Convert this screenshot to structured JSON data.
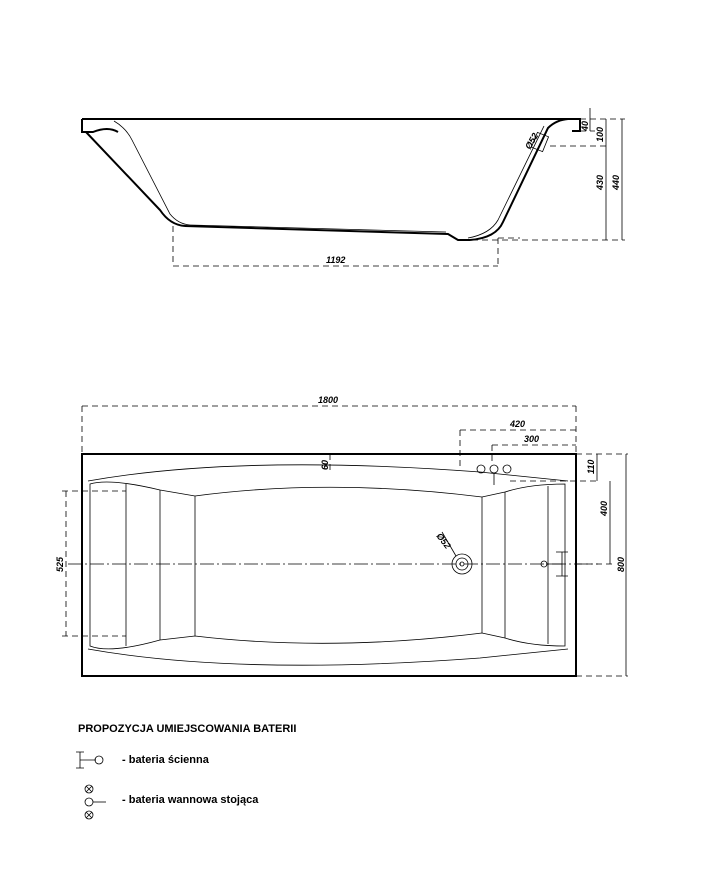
{
  "side_view": {
    "dims": {
      "length_bottom": "1192",
      "rim_40": "40",
      "rim_100": "100",
      "depth_430": "430",
      "depth_440": "440",
      "drain": "Ø52"
    }
  },
  "top_view": {
    "dims": {
      "length": "1800",
      "faucet_420": "420",
      "faucet_300": "300",
      "rim_60": "60",
      "v_110": "110",
      "v_400": "400",
      "width": "800",
      "inner_525": "525",
      "drain": "Ø52"
    }
  },
  "legend": {
    "title": "PROPOZYCJA UMIEJSCOWANIA BATERII",
    "items": [
      {
        "icon": "wall-faucet-icon",
        "label": "- bateria  ścienna"
      },
      {
        "icon": "deck-faucet-icon",
        "label": "- bateria wannowa  stojąca"
      }
    ]
  }
}
